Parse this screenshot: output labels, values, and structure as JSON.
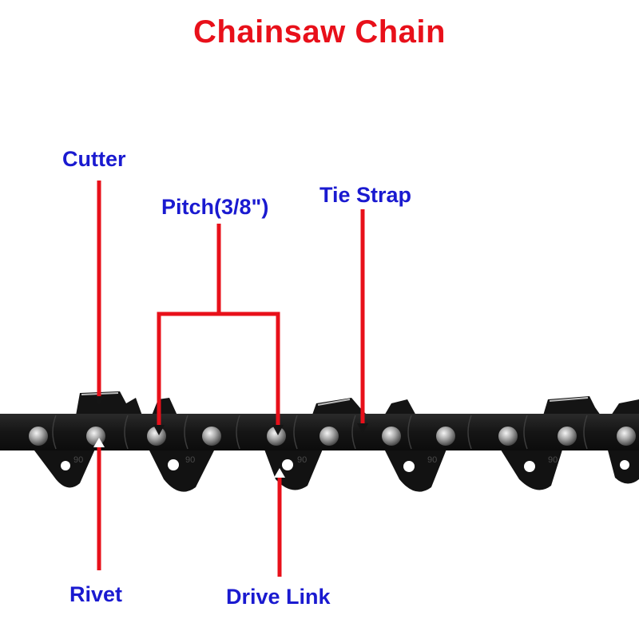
{
  "title": "Chainsaw Chain",
  "labels": {
    "cutter": "Cutter",
    "pitch": "Pitch(3/8\")",
    "tie_strap": "Tie Strap",
    "rivet": "Rivet",
    "drive_link": "Drive Link"
  },
  "link_marking": "90",
  "colors": {
    "title": "#e8101a",
    "labels": "#1a1ad0",
    "leader_lines": "#e8101a",
    "chain": "#151515"
  }
}
